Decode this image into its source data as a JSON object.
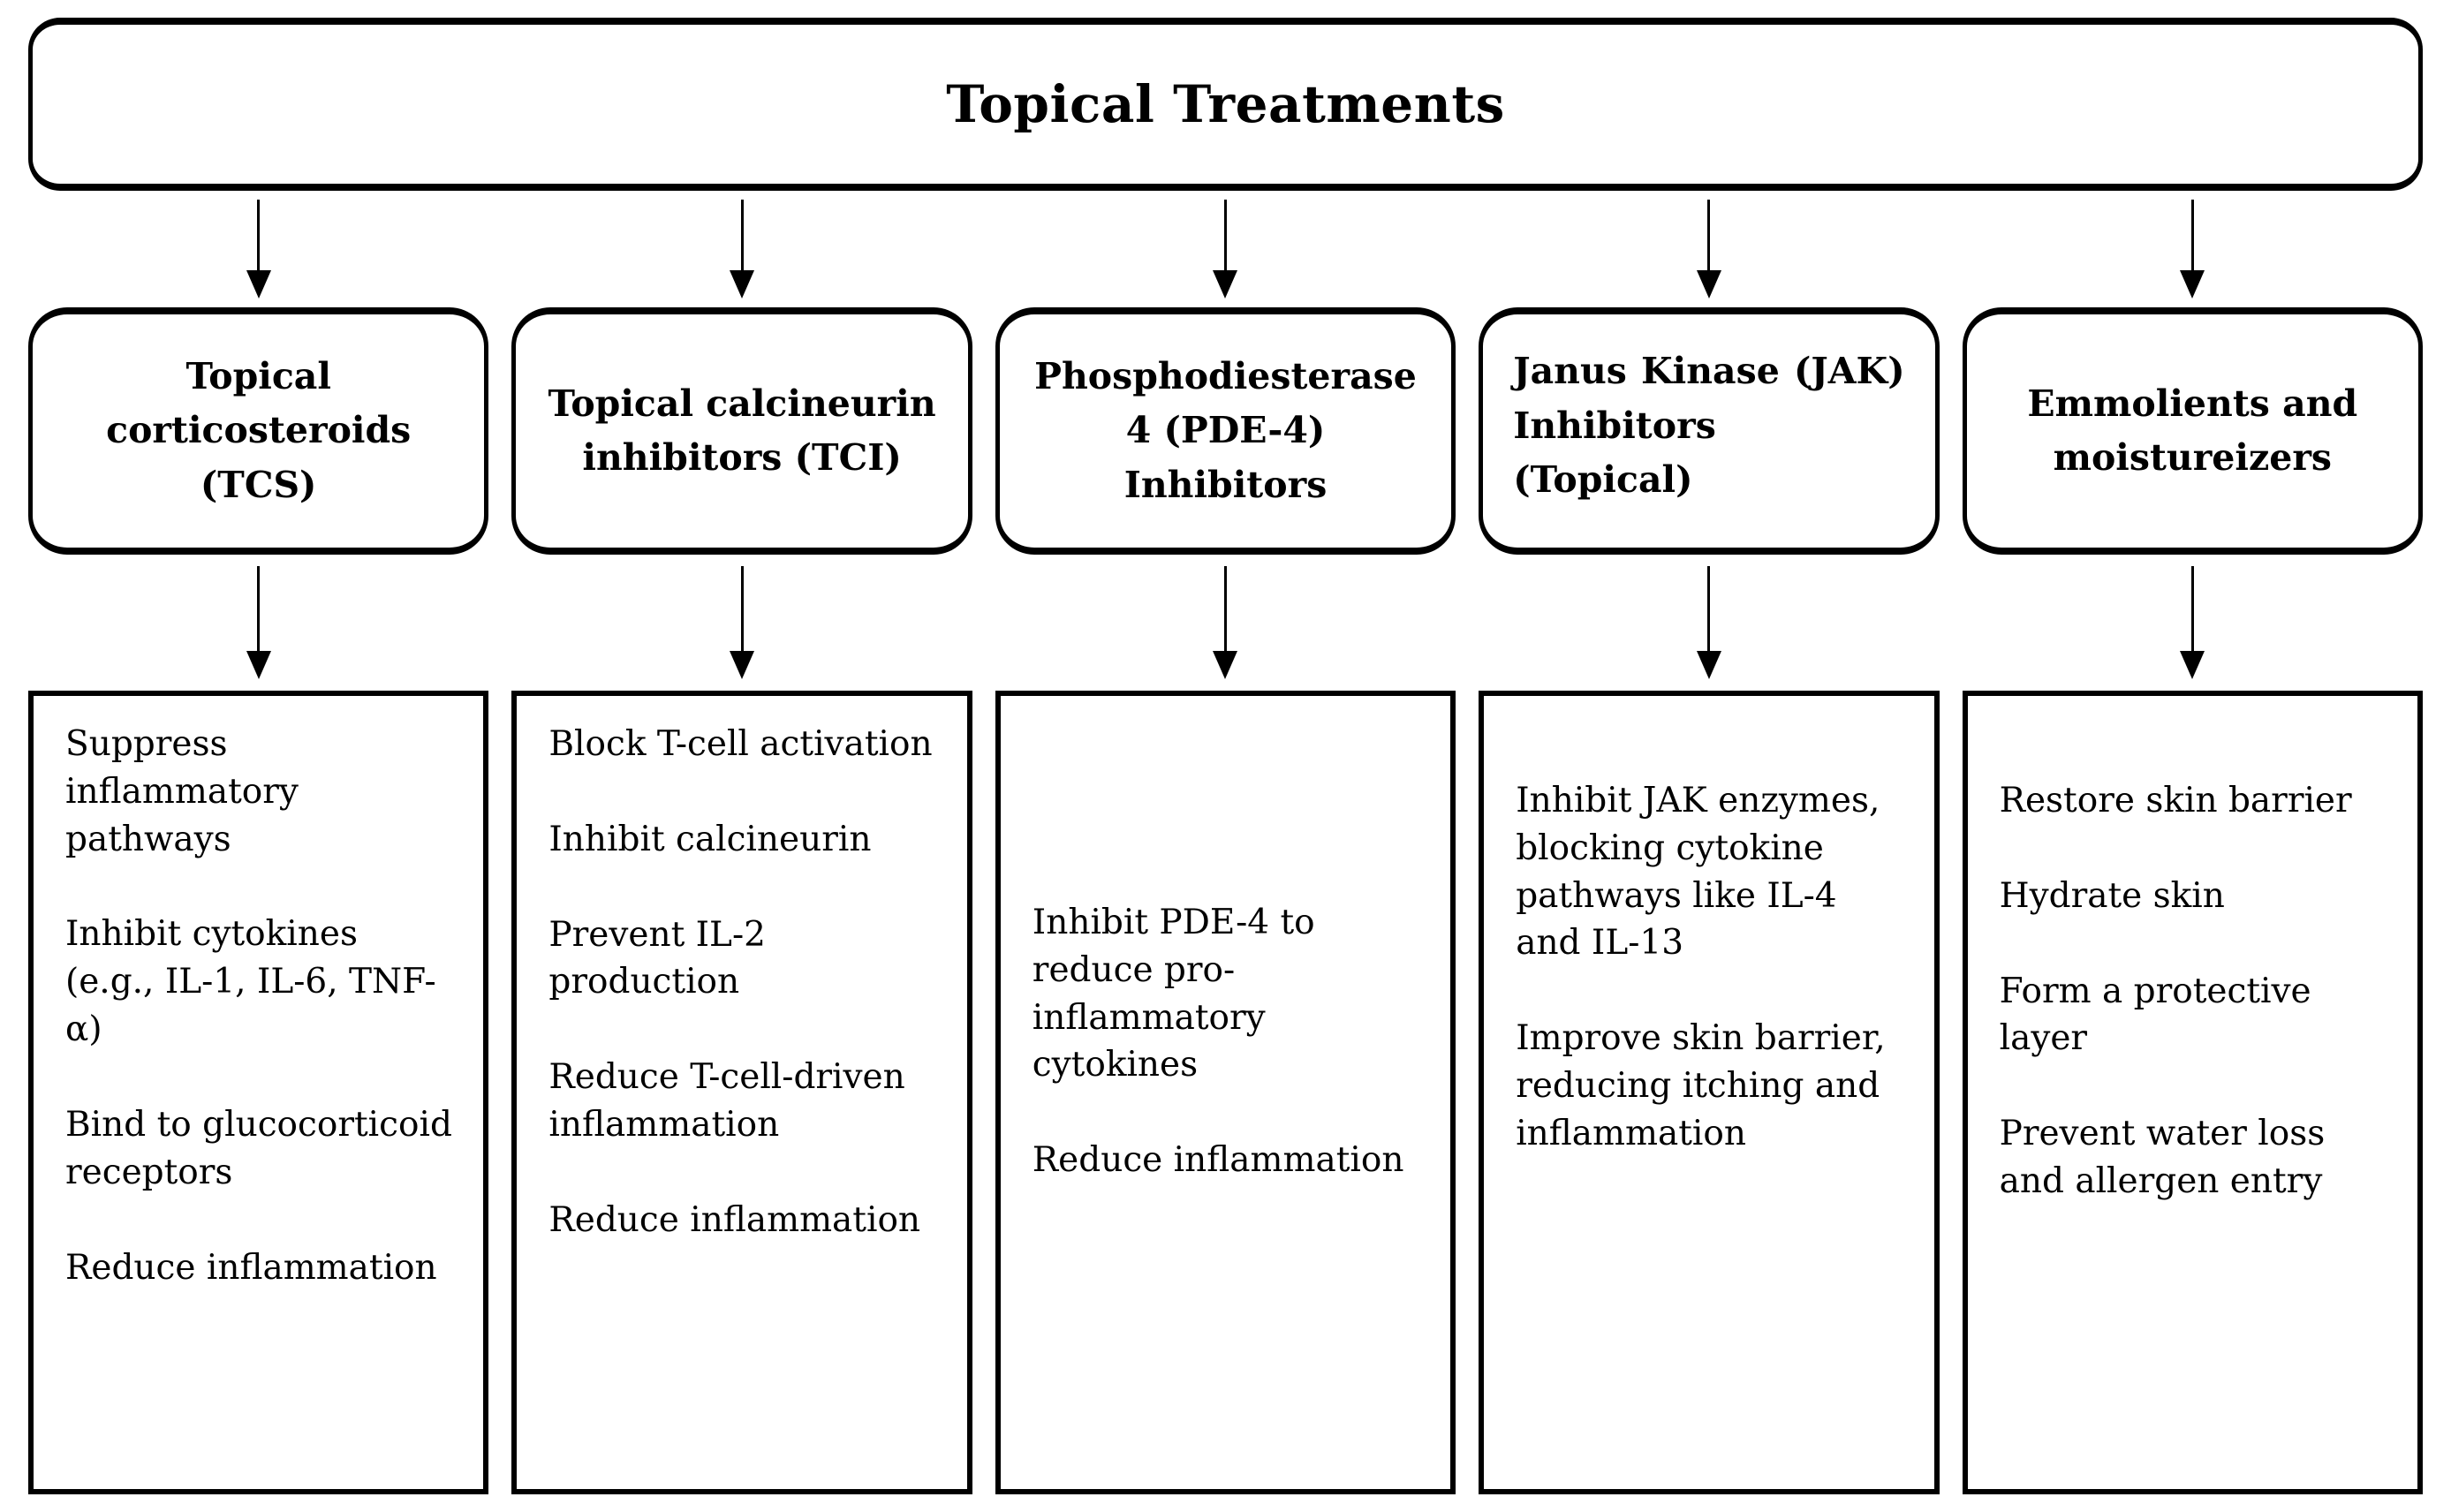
{
  "diagram": {
    "title": "Topical Treatments",
    "colors": {
      "background": "#ffffff",
      "line": "#000000",
      "text": "#000000"
    },
    "columns": [
      {
        "category": "Topical corticosteroids (TCS)",
        "mechanisms": [
          "Suppress inflammatory pathways",
          "Inhibit cytokines (e.g., IL-1, IL-6, TNF-α)",
          "Bind to glucocorticoid receptors",
          "Reduce inflammation"
        ]
      },
      {
        "category": "Topical calcineurin inhibitors (TCI)",
        "mechanisms": [
          "Block T-cell activation",
          "Inhibit calcineurin",
          "Prevent IL-2 production",
          "Reduce T-cell-driven inflammation",
          "Reduce inflammation"
        ]
      },
      {
        "category": "Phosphodiesterase 4 (PDE-4) Inhibitors",
        "mechanisms": [
          "Inhibit PDE-4 to reduce pro-inflammatory cytokines",
          "Reduce inflammation"
        ]
      },
      {
        "category": "Janus Kinase (JAK) Inhibitors (Topical)",
        "mechanisms": [
          "Inhibit JAK enzymes, blocking cytokine pathways like IL-4 and IL-13",
          "Improve skin barrier, reducing itching and inflammation"
        ]
      },
      {
        "category": "Emmolients and moistureizers",
        "mechanisms": [
          "Restore skin barrier",
          "Hydrate skin",
          "Form a protective layer",
          "Prevent water loss and allergen entry"
        ]
      }
    ]
  }
}
